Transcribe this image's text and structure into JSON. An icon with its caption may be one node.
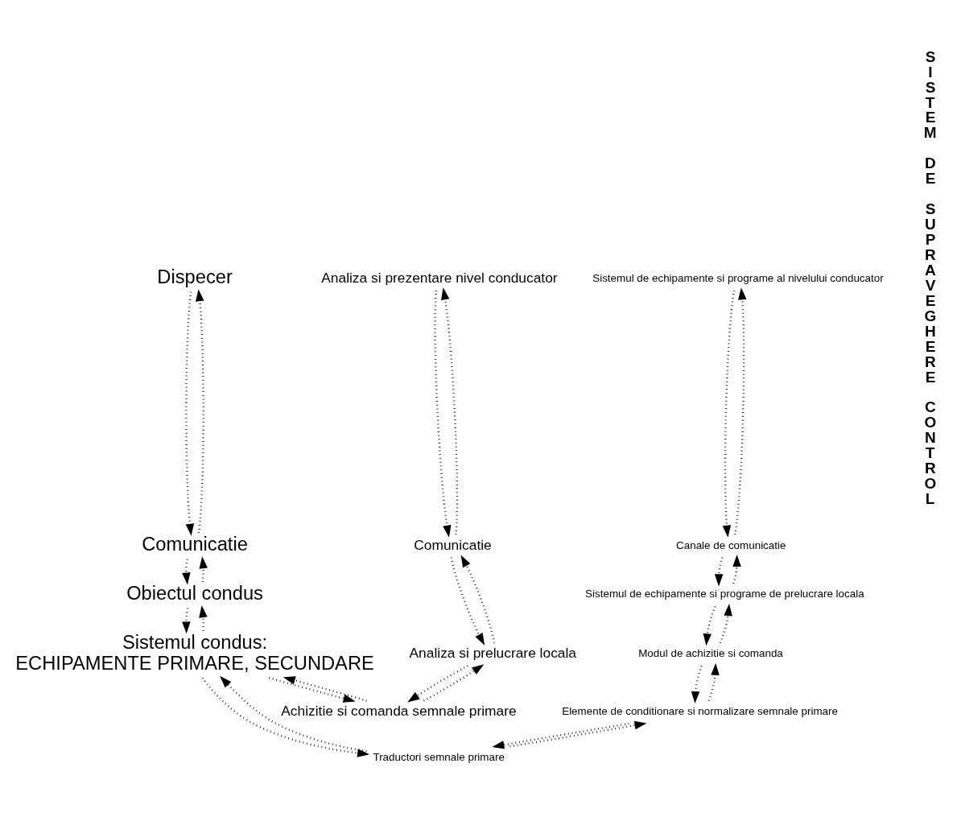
{
  "diagram": {
    "nodes": [
      {
        "text": [
          "Dispecer"
        ]
      },
      {
        "text": [
          "Comunicatie"
        ]
      },
      {
        "text": [
          "Obiectul condus"
        ]
      },
      {
        "text": [
          "Sistemul condus:",
          "ECHIPAMENTE PRIMARE, SECUNDARE"
        ]
      },
      {
        "text": [
          "Analiza si prezentare nivel conducator"
        ]
      },
      {
        "text": [
          "Comunicatie"
        ]
      },
      {
        "text": [
          "Analiza si prelucrare locala"
        ]
      },
      {
        "text": [
          "Achizitie si comanda semnale primare"
        ]
      },
      {
        "text": [
          "Sistemul de echipamente si programe al nivelului conducator"
        ]
      },
      {
        "text": [
          "Canale de comunicatie"
        ]
      },
      {
        "text": [
          "Sistemul de echipamente si programe de prelucrare locala"
        ]
      },
      {
        "text": [
          "Modul de achizitie si comanda"
        ]
      },
      {
        "text": [
          "Elemente de conditionare si normalizare semnale primare"
        ]
      },
      {
        "text": [
          "Traductori semnale primare"
        ]
      }
    ],
    "edges": [
      {
        "from": 1,
        "to": 0,
        "arrow": "to",
        "style": "dashed"
      },
      {
        "from": 0,
        "to": 1,
        "arrow": "to",
        "style": "dashed"
      },
      {
        "from": 2,
        "to": 1,
        "arrow": "to",
        "style": "dashed"
      },
      {
        "from": 1,
        "to": 2,
        "arrow": "to",
        "style": "dashed"
      },
      {
        "from": 3,
        "to": 2,
        "arrow": "to",
        "style": "dashed"
      },
      {
        "from": 2,
        "to": 3,
        "arrow": "to",
        "style": "dashed"
      },
      {
        "from": 5,
        "to": 4,
        "arrow": "to",
        "style": "dashed"
      },
      {
        "from": 4,
        "to": 5,
        "arrow": "to",
        "style": "dashed"
      },
      {
        "from": 6,
        "to": 5,
        "arrow": "to",
        "style": "dashed"
      },
      {
        "from": 5,
        "to": 6,
        "arrow": "to",
        "style": "dashed"
      },
      {
        "from": 7,
        "to": 6,
        "arrow": "to",
        "style": "dashed"
      },
      {
        "from": 6,
        "to": 7,
        "arrow": "to",
        "style": "dashed"
      },
      {
        "from": 3,
        "to": 7,
        "arrow": "to",
        "style": "dashed"
      },
      {
        "from": 7,
        "to": 3,
        "arrow": "to",
        "style": "dashed"
      },
      {
        "from": 9,
        "to": 8,
        "arrow": "to",
        "style": "dashed"
      },
      {
        "from": 8,
        "to": 9,
        "arrow": "to",
        "style": "dashed"
      },
      {
        "from": 10,
        "to": 9,
        "arrow": "to",
        "style": "dashed"
      },
      {
        "from": 9,
        "to": 10,
        "arrow": "to",
        "style": "dashed"
      },
      {
        "from": 11,
        "to": 10,
        "arrow": "to",
        "style": "dashed"
      },
      {
        "from": 10,
        "to": 11,
        "arrow": "to",
        "style": "dashed"
      },
      {
        "from": 12,
        "to": 11,
        "arrow": "to",
        "style": "dashed"
      },
      {
        "from": 11,
        "to": 12,
        "arrow": "to",
        "style": "dashed"
      },
      {
        "from": 13,
        "to": 12,
        "arrow": "to",
        "style": "dashed"
      },
      {
        "from": 12,
        "to": 13,
        "arrow": "to",
        "style": "dashed"
      },
      {
        "from": 3,
        "to": 13,
        "arrow": "to",
        "style": "dashed"
      },
      {
        "from": 13,
        "to": 3,
        "arrow": "to",
        "style": "dashed"
      }
    ],
    "labels": [
      "SISTEM DE SUPRAVEGHERE CONTROL"
    ]
  }
}
